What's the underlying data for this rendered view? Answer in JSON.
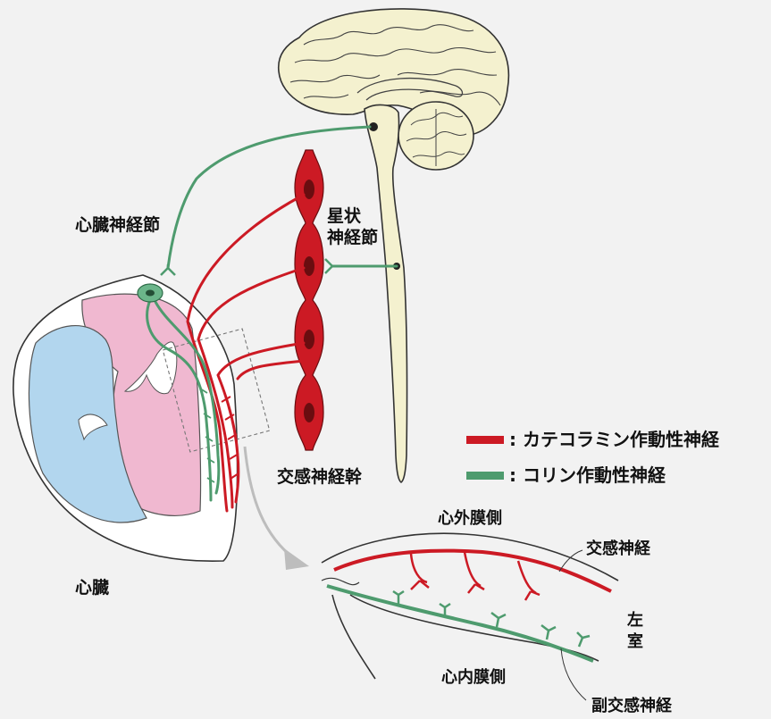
{
  "labels": {
    "cardiac_ganglion": "心臓神経節",
    "stellate_line1": "星状",
    "stellate_line2": "神経節",
    "sympathetic_trunk": "交感神経幹",
    "heart": "心臓",
    "epicardial_side": "心外膜側",
    "endocardial_side": "心内膜側",
    "sympathetic_nerve": "交感神経",
    "parasympathetic_nerve": "副交感神経",
    "left_ventricle_line1": "左",
    "left_ventricle_line2": "室"
  },
  "legend": [
    {
      "label": ": カテコラミン作動性神経",
      "color": "#cc1a24"
    },
    {
      "label": ": コリン作動性神経",
      "color": "#4e9b6e"
    }
  ],
  "colors": {
    "sympathetic": "#cc1a24",
    "cholinergic": "#4e9b6e",
    "brain_fill": "#f4f1cf",
    "myocardium_pink": "#f0b8d0",
    "chamber_blue": "#b2d6ee"
  }
}
